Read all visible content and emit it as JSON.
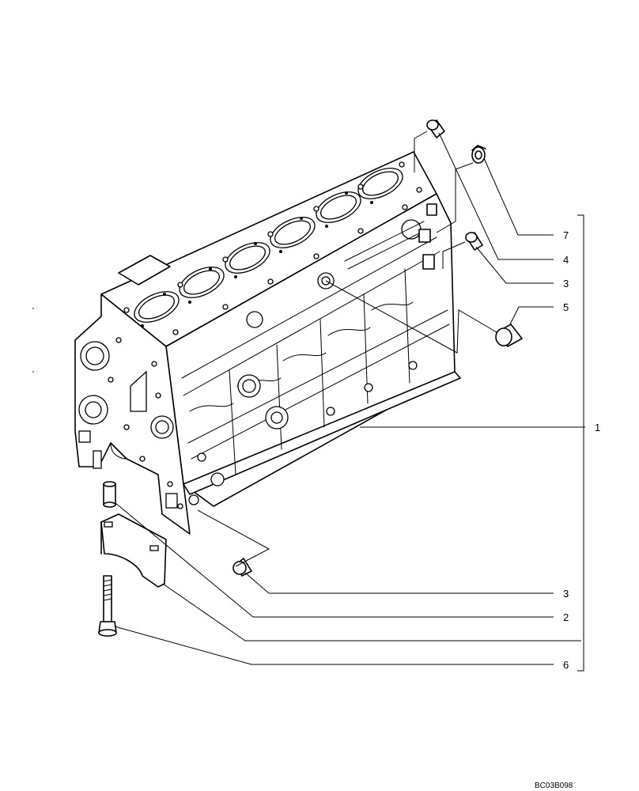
{
  "callouts": [
    {
      "label": "7"
    },
    {
      "label": "4"
    },
    {
      "label": "3"
    },
    {
      "label": "5"
    },
    {
      "label": "1"
    },
    {
      "label": "3"
    },
    {
      "label": "2"
    },
    {
      "label": "6"
    }
  ],
  "drawing_code": "BC03B098"
}
